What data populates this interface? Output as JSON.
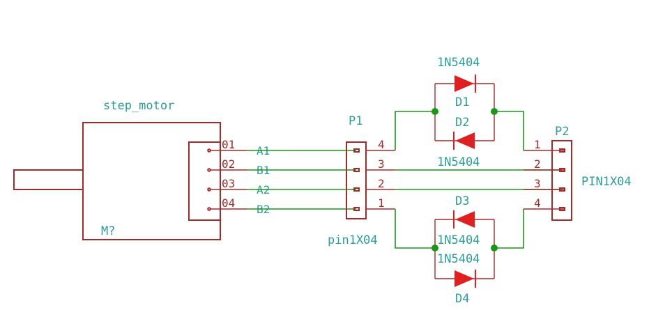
{
  "motor": {
    "value": "step_motor",
    "reference": "M?",
    "pins": [
      "01",
      "02",
      "03",
      "04"
    ]
  },
  "nets": [
    "A1",
    "B1",
    "A2",
    "B2"
  ],
  "p1": {
    "reference": "P1",
    "value": "pin1X04",
    "pins": [
      "4",
      "3",
      "2",
      "1"
    ]
  },
  "p2": {
    "reference": "P2",
    "value": "PIN1X04",
    "pins": [
      "1",
      "2",
      "3",
      "4"
    ]
  },
  "diodes": [
    {
      "reference": "D1",
      "value": "1N5404"
    },
    {
      "reference": "D2",
      "value": "1N5404"
    },
    {
      "reference": "D3",
      "value": "1N5404"
    },
    {
      "reference": "D4",
      "value": "1N5404"
    }
  ],
  "colors": {
    "component_body": "#a52a2a",
    "wire": "#179917",
    "text": "#2b9e9a",
    "diode": "#e02020"
  }
}
